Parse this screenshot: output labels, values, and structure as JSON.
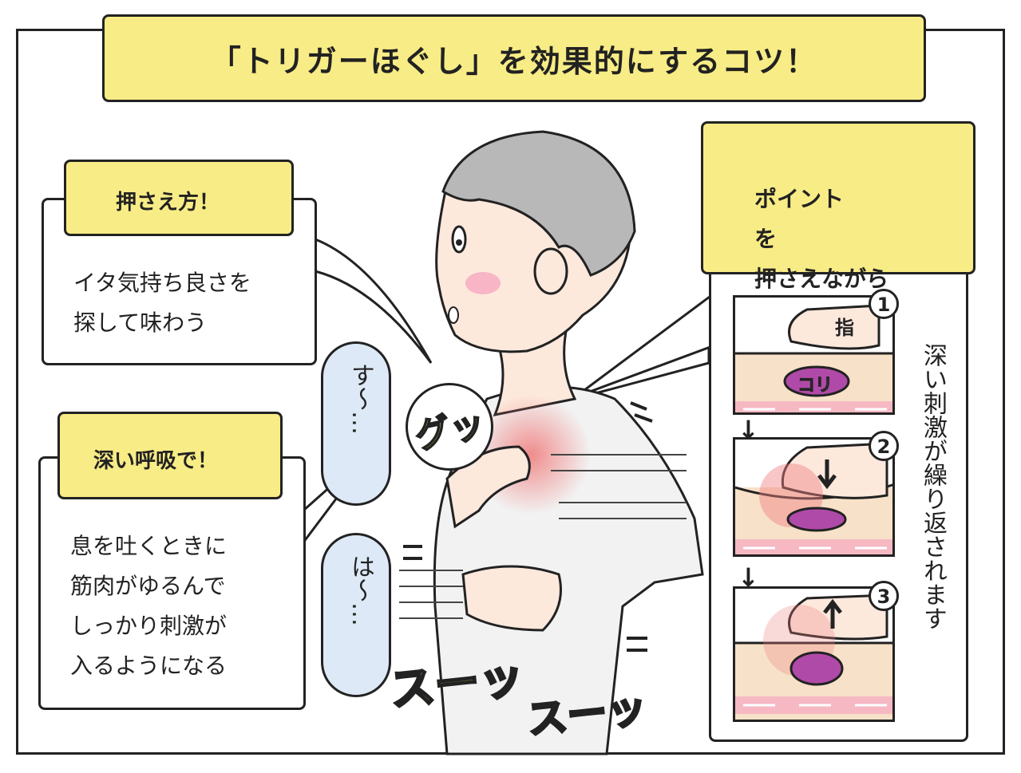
{
  "title": "「トリガーほぐし」を効果的にするコツ！",
  "left_top": {
    "heading": "押さえ方！",
    "body": "イタ気持ち良さを\n探して味わう"
  },
  "left_bottom": {
    "heading": "深い呼吸で！",
    "body": "息を吐くときに\n筋肉がゆるんで\nしっかり刺激が\n入るようになる"
  },
  "breath": {
    "inhale": "す〜…",
    "exhale": "は〜…"
  },
  "sfx": {
    "press": "グッ",
    "swoosh_1": "スーッ",
    "swoosh_2": "スーッ"
  },
  "right": {
    "heading": "ポイント\nを\n押さえながら\n体を動かす！",
    "vertical_note": "深い刺激が繰り返されます",
    "steps": [
      {
        "number": "1",
        "finger_label": "指",
        "knot_label": "コリ",
        "direction": "none"
      },
      {
        "number": "2",
        "direction": "down"
      },
      {
        "number": "3",
        "direction": "up"
      }
    ]
  },
  "colors": {
    "banner_yellow": "#f8ec86",
    "skin_layer": "#f7e1c8",
    "knot_purple": "#b04aa8",
    "muscle_pink": "#f6b8c3",
    "pain_red": "#f08080",
    "breath_blue": "#dde9f6"
  }
}
